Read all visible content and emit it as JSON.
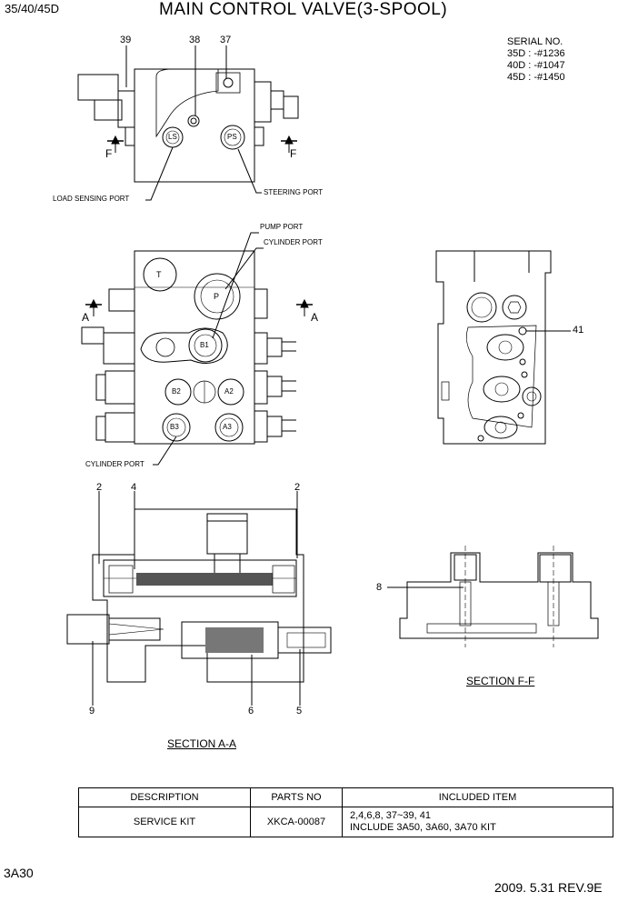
{
  "header": {
    "model": "35/40/45D",
    "title": "MAIN CONTROL VALVE(3-SPOOL)"
  },
  "serial": {
    "heading": "SERIAL NO.",
    "lines": [
      "35D : -#1236",
      "40D : -#1047",
      "45D : -#1450"
    ]
  },
  "callouts": {
    "top_view": [
      "39",
      "38",
      "37"
    ],
    "section_a": [
      "2",
      "4",
      "2",
      "9",
      "6",
      "5"
    ],
    "side_view": [
      "41"
    ],
    "section_f": [
      "8"
    ]
  },
  "ports": {
    "ls": "LS",
    "ps": "PS",
    "t": "T",
    "p": "P",
    "b1": "B1",
    "b2": "B2",
    "a2": "A2",
    "b3": "B3",
    "a3": "A3"
  },
  "port_labels": {
    "load_sensing": "LOAD SENSING PORT",
    "steering": "STEERING PORT",
    "pump": "PUMP PORT",
    "cylinder_top": "CYLINDER PORT",
    "cylinder_bottom": "CYLINDER PORT"
  },
  "section_markers": {
    "f": "F",
    "a": "A"
  },
  "sections": {
    "a_a": "SECTION A-A",
    "f_f": "SECTION F-F"
  },
  "parts_table": {
    "headers": [
      "DESCRIPTION",
      "PARTS NO",
      "INCLUDED ITEM"
    ],
    "rows": [
      {
        "description": "SERVICE KIT",
        "parts_no": "XKCA-00087",
        "included": [
          "2,4,6,8, 37~39, 41",
          "INCLUDE 3A50, 3A60, 3A70 KIT"
        ]
      }
    ]
  },
  "footer": {
    "page_id": "3A30",
    "revision": "2009. 5.31  REV.9E"
  }
}
